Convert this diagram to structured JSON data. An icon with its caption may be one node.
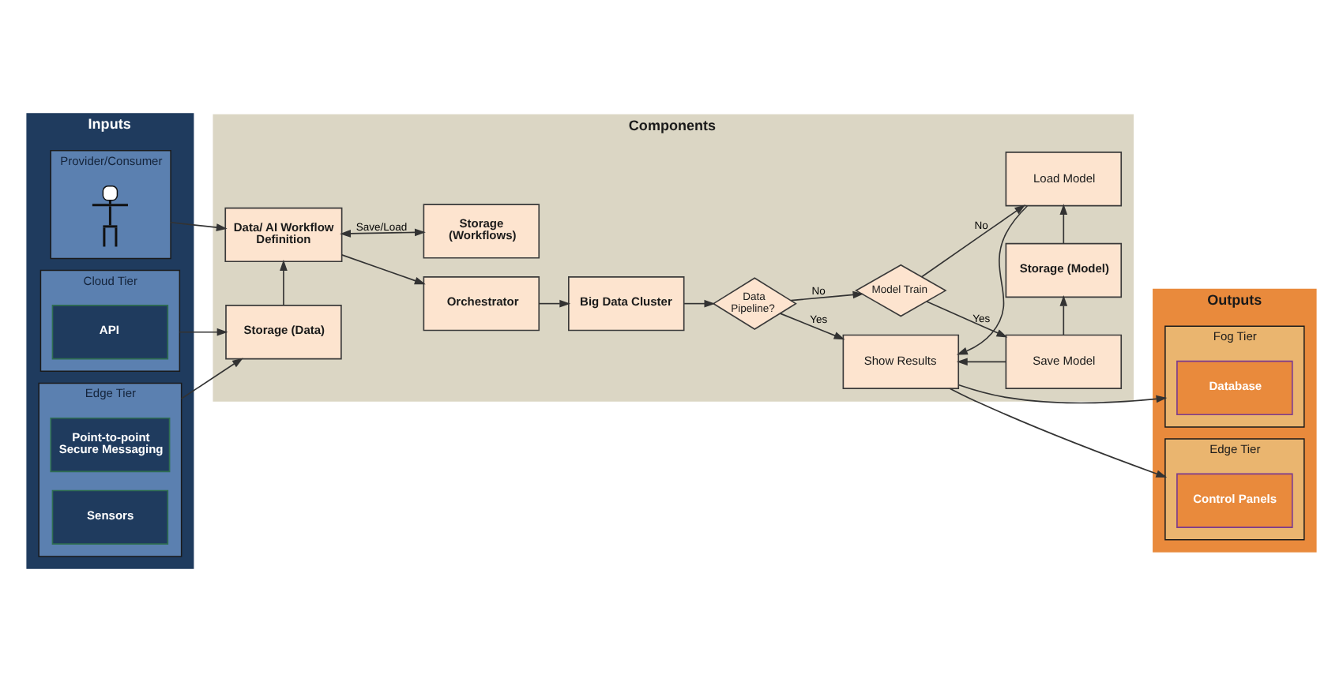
{
  "diagram": {
    "nodes": [
      {
        "text": [
          "Inputs"
        ]
      },
      {
        "text": [
          "Provider/Consumer"
        ],
        "in": 0
      },
      {
        "text": [],
        "shape": "person",
        "in": 1
      },
      {
        "text": [
          "Cloud Tier"
        ],
        "in": 0
      },
      {
        "text": [
          "API"
        ],
        "in": 3
      },
      {
        "text": [
          "Edge Tier"
        ],
        "in": 0
      },
      {
        "text": [
          "Point-to-point Secure Messaging"
        ],
        "in": 5
      },
      {
        "text": [
          "Sensors"
        ],
        "in": 5
      },
      {
        "text": [
          "Components"
        ]
      },
      {
        "text": [
          "Data/ AI Workflow Definition"
        ],
        "in": 8
      },
      {
        "text": [
          "Orchestrator"
        ],
        "in": 8
      },
      {
        "text": [
          "Big Data Cluster"
        ],
        "in": 8
      },
      {
        "text": [
          "Data Pipeline?"
        ],
        "in": 8
      },
      {
        "text": [
          "Show Results"
        ],
        "in": 8
      },
      {
        "text": [
          "Storage (Workflows)"
        ],
        "in": 8
      },
      {
        "text": [
          "Storage (Data)"
        ],
        "in": 8
      },
      {
        "text": [
          "Model Train"
        ],
        "in": 8
      },
      {
        "text": [
          "Save Model"
        ],
        "in": 8
      },
      {
        "text": [
          "Storage (Model)"
        ],
        "in": 8
      },
      {
        "text": [
          "Load Model"
        ],
        "in": 8
      },
      {
        "text": [
          "Outputs"
        ]
      },
      {
        "text": [
          "Fog Tier"
        ],
        "in": 20
      },
      {
        "text": [
          "Database"
        ],
        "in": 21
      },
      {
        "text": [
          "Edge Tier"
        ],
        "in": 20
      },
      {
        "text": [
          "Control Panels"
        ],
        "in": 23
      }
    ],
    "edges": [
      {
        "from": 1,
        "to": 9,
        "arrow": "to"
      },
      {
        "from": 3,
        "to": 15,
        "arrow": "to"
      },
      {
        "from": 5,
        "to": 15,
        "arrow": "to"
      },
      {
        "from": 15,
        "to": 9,
        "arrow": "to"
      },
      {
        "from": 9,
        "to": 14,
        "arrow": "both",
        "label": "Save/Load"
      },
      {
        "from": 9,
        "to": 10,
        "arrow": "to"
      },
      {
        "from": 10,
        "to": 11,
        "arrow": "to"
      },
      {
        "from": 11,
        "to": 12,
        "arrow": "to"
      },
      {
        "from": 12,
        "to": 13,
        "arrow": "to",
        "label": "Yes"
      },
      {
        "from": 12,
        "to": 16,
        "arrow": "to",
        "label": "No"
      },
      {
        "from": 16,
        "to": 17,
        "arrow": "to",
        "label": "Yes"
      },
      {
        "from": 16,
        "to": 19,
        "arrow": "to",
        "label": "No"
      },
      {
        "from": 17,
        "to": 13,
        "arrow": "to"
      },
      {
        "from": 17,
        "to": 18,
        "arrow": "to"
      },
      {
        "from": 18,
        "to": 19,
        "arrow": "to"
      },
      {
        "from": 19,
        "to": 13,
        "arrow": "to"
      },
      {
        "from": 13,
        "to": 21,
        "arrow": "to"
      },
      {
        "from": 13,
        "to": 23,
        "arrow": "to"
      }
    ]
  }
}
